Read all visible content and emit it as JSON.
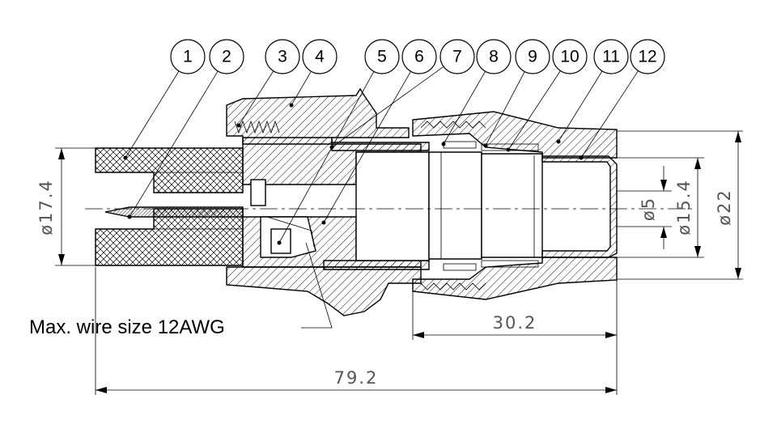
{
  "callouts": [
    "1",
    "2",
    "3",
    "4",
    "5",
    "6",
    "7",
    "8",
    "9",
    "10",
    "11",
    "12"
  ],
  "dimensions": {
    "overall_length": "79.2",
    "rear_length": "30.2",
    "dia_front": "ø17.4",
    "dia_center": "ø5",
    "dia_inner": "ø15.4",
    "dia_outer": "ø22"
  },
  "note": "Max. wire size 12AWG",
  "colors": {
    "line": "#000000",
    "dimension_text": "#555555",
    "background": "#ffffff"
  }
}
